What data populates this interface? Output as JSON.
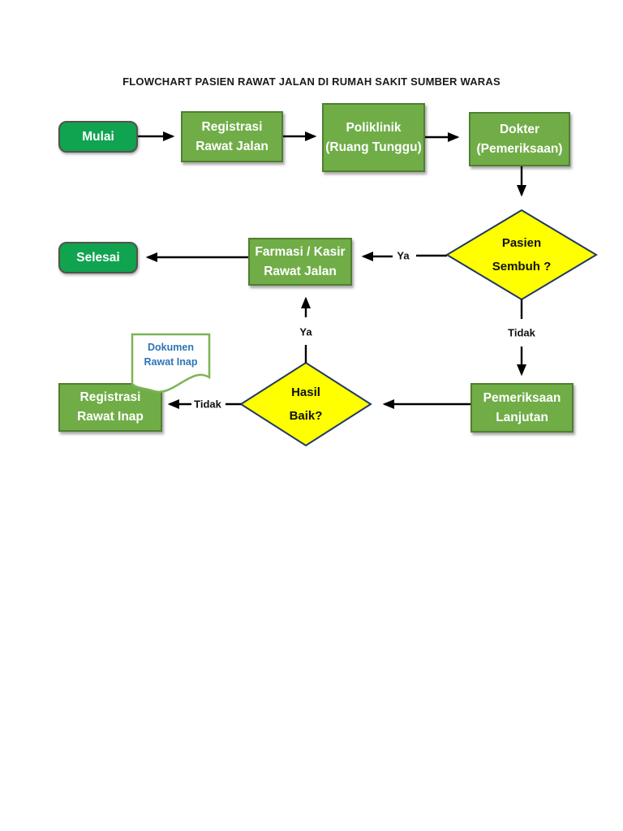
{
  "title": "FLOWCHART PASIEN RAWAT JALAN DI RUMAH SAKIT SUMBER WARAS",
  "colors": {
    "process_fill": "#70AD47",
    "process_border": "#507E32",
    "terminator_fill": "#10A350",
    "terminator_border": "#55524A",
    "decision_fill": "#FFFF00",
    "decision_border": "#203864",
    "document_border": "#7CB454",
    "document_text": "#2E74B5",
    "node_text": "#FFFFFF",
    "arrow": "#000000"
  },
  "nodes": {
    "mulai": {
      "label": "Mulai"
    },
    "registrasi_rawat_jalan": {
      "line1": "Registrasi",
      "line2": "Rawat Jalan"
    },
    "poliklinik": {
      "line1": "Poliklinik",
      "line2": "(Ruang Tunggu)"
    },
    "dokter": {
      "line1": "Dokter",
      "line2": "(Pemeriksaan)"
    },
    "pasien_sembuh": {
      "line1": "Pasien",
      "line2": "Sembuh ?"
    },
    "farmasi_kasir": {
      "line1": "Farmasi / Kasir",
      "line2": "Rawat Jalan"
    },
    "selesai": {
      "label": "Selesai"
    },
    "pemeriksaan_lanjutan": {
      "line1": "Pemeriksaan",
      "line2": "Lanjutan"
    },
    "hasil_baik": {
      "line1": "Hasil",
      "line2": "Baik?"
    },
    "registrasi_rawat_inap": {
      "line1": "Registrasi",
      "line2": "Rawat Inap"
    },
    "dokumen_rawat_inap": {
      "line1": "Dokumen",
      "line2": "Rawat Inap"
    }
  },
  "edge_labels": {
    "pasien_sembuh_ya": "Ya",
    "pasien_sembuh_tidak": "Tidak",
    "hasil_baik_ya": "Ya",
    "hasil_baik_tidak": "Tidak"
  }
}
